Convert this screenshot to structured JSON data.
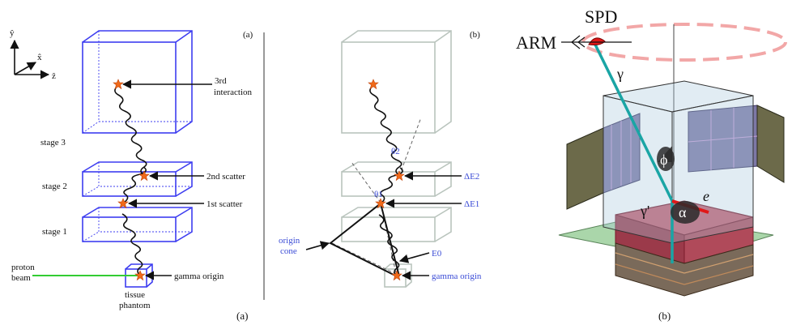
{
  "left": {
    "axes": {
      "y": "ŷ",
      "x": "x̂",
      "z": "ẑ"
    },
    "panel_a_label": "(a)",
    "panel_b_label": "(b)",
    "stages": {
      "stage3": "stage 3",
      "stage2": "stage 2",
      "stage1": "stage 1"
    },
    "annotations_a": {
      "third_interaction_line1": "3rd",
      "third_interaction_line2": "interaction",
      "second_scatter": "2nd scatter",
      "first_scatter": "1st scatter",
      "gamma_origin": "gamma origin",
      "proton_beam_line1": "proton",
      "proton_beam_line2": "beam",
      "tissue_line1": "tissue",
      "tissue_line2": "phantom"
    },
    "annotations_b": {
      "theta2": "θ2",
      "theta1": "θ1",
      "deltaE2": "ΔE2",
      "deltaE1": "ΔE1",
      "E0": "E0",
      "gamma_origin": "gamma origin",
      "origin_cone_line1": "origin",
      "origin_cone_line2": "cone"
    },
    "caption": "(a)"
  },
  "right": {
    "spd": "SPD",
    "arm": "ARM",
    "gamma": "γ",
    "gamma_prime": "γ'",
    "phi": "ϕ",
    "alpha": "α",
    "electron": "e",
    "caption": "(b)"
  },
  "colors": {
    "box_blue": "#3d3df0",
    "box_gray": "#b9c4bd",
    "star": "#f06a1a",
    "beam": "#33cc33",
    "blue_text": "#3a4bd6",
    "ray_cyan": "#1aa5a5",
    "electron_red": "#e01818",
    "ellipse_pink": "#f2a7a7"
  }
}
